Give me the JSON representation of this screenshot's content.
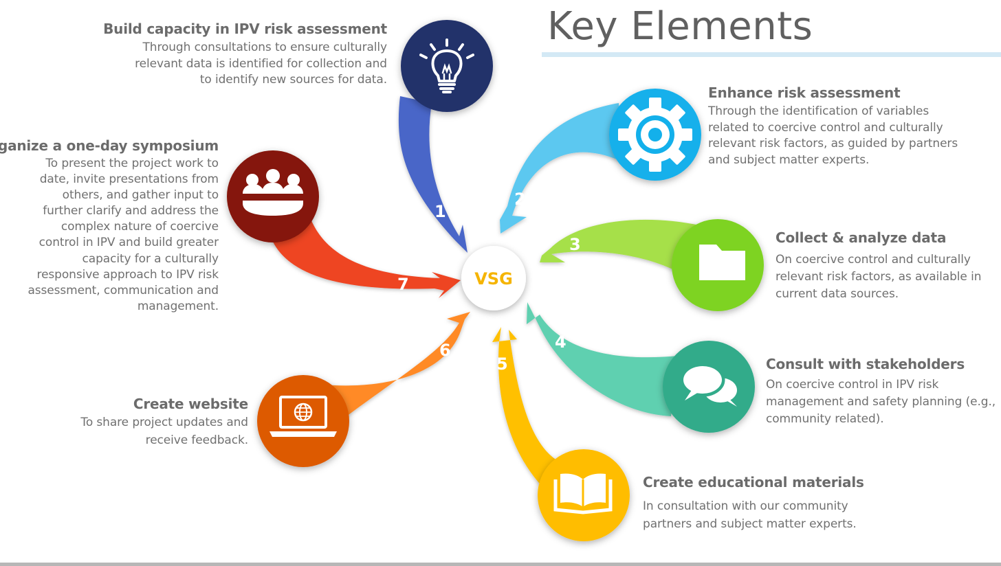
{
  "title": "Key Elements",
  "center_label": "VSG",
  "colors": {
    "step1": "#4a66c8",
    "step2": "#5cc8f0",
    "step3": "#a6e04a",
    "step4": "#5ed0b0",
    "step5": "#ffc000",
    "step6": "#ff8a26",
    "step7": "#ee4422",
    "text": "#707070",
    "heading": "#6b6b6b"
  },
  "steps": [
    {
      "number": "1",
      "icon": "lightbulb-icon",
      "color": "#24306a",
      "heading": "Build capacity in IPV risk assessment",
      "lines": [
        "Through consultations to ensure culturally",
        "relevant data is identified for collection and",
        "to identify new sources for data."
      ]
    },
    {
      "number": "2",
      "icon": "gear-icon",
      "color": "#13b0eb",
      "heading": "Enhance risk assessment",
      "lines": [
        "Through the identification of variables",
        "related to coercive control and culturally",
        "relevant risk factors, as guided by partners",
        "and subject matter experts."
      ]
    },
    {
      "number": "3",
      "icon": "folder-icon",
      "color": "#7ed321",
      "heading": "Collect & analyze data",
      "lines": [
        "On coercive control and culturally",
        "relevant risk factors, as available in",
        "current data sources."
      ]
    },
    {
      "number": "4",
      "icon": "chat-bubbles-icon",
      "color": "#32ab8a",
      "heading": "Consult with stakeholders",
      "lines": [
        "On coercive control in IPV risk",
        "management and safety planning (e.g.,",
        "community related)."
      ]
    },
    {
      "number": "5",
      "icon": "open-book-icon",
      "color": "#ffbd00",
      "heading": "Create educational materials",
      "lines": [
        "In consultation with our community",
        "partners and subject matter experts."
      ]
    },
    {
      "number": "6",
      "icon": "laptop-globe-icon",
      "color": "#dd5a00",
      "heading": "Create website",
      "lines": [
        "To share project updates and",
        "receive feedback."
      ]
    },
    {
      "number": "7",
      "icon": "group-meeting-icon",
      "color": "#851808",
      "heading": "Organize a one-day symposium",
      "lines": [
        "To present the project work to",
        "date, invite presentations from",
        "others, and gather input to",
        "further clarify and address the",
        "complex nature of coercive",
        "control in IPV and build greater",
        "capacity for a culturally",
        "responsive approach to IPV risk",
        "assessment, communication and",
        "management."
      ]
    }
  ]
}
